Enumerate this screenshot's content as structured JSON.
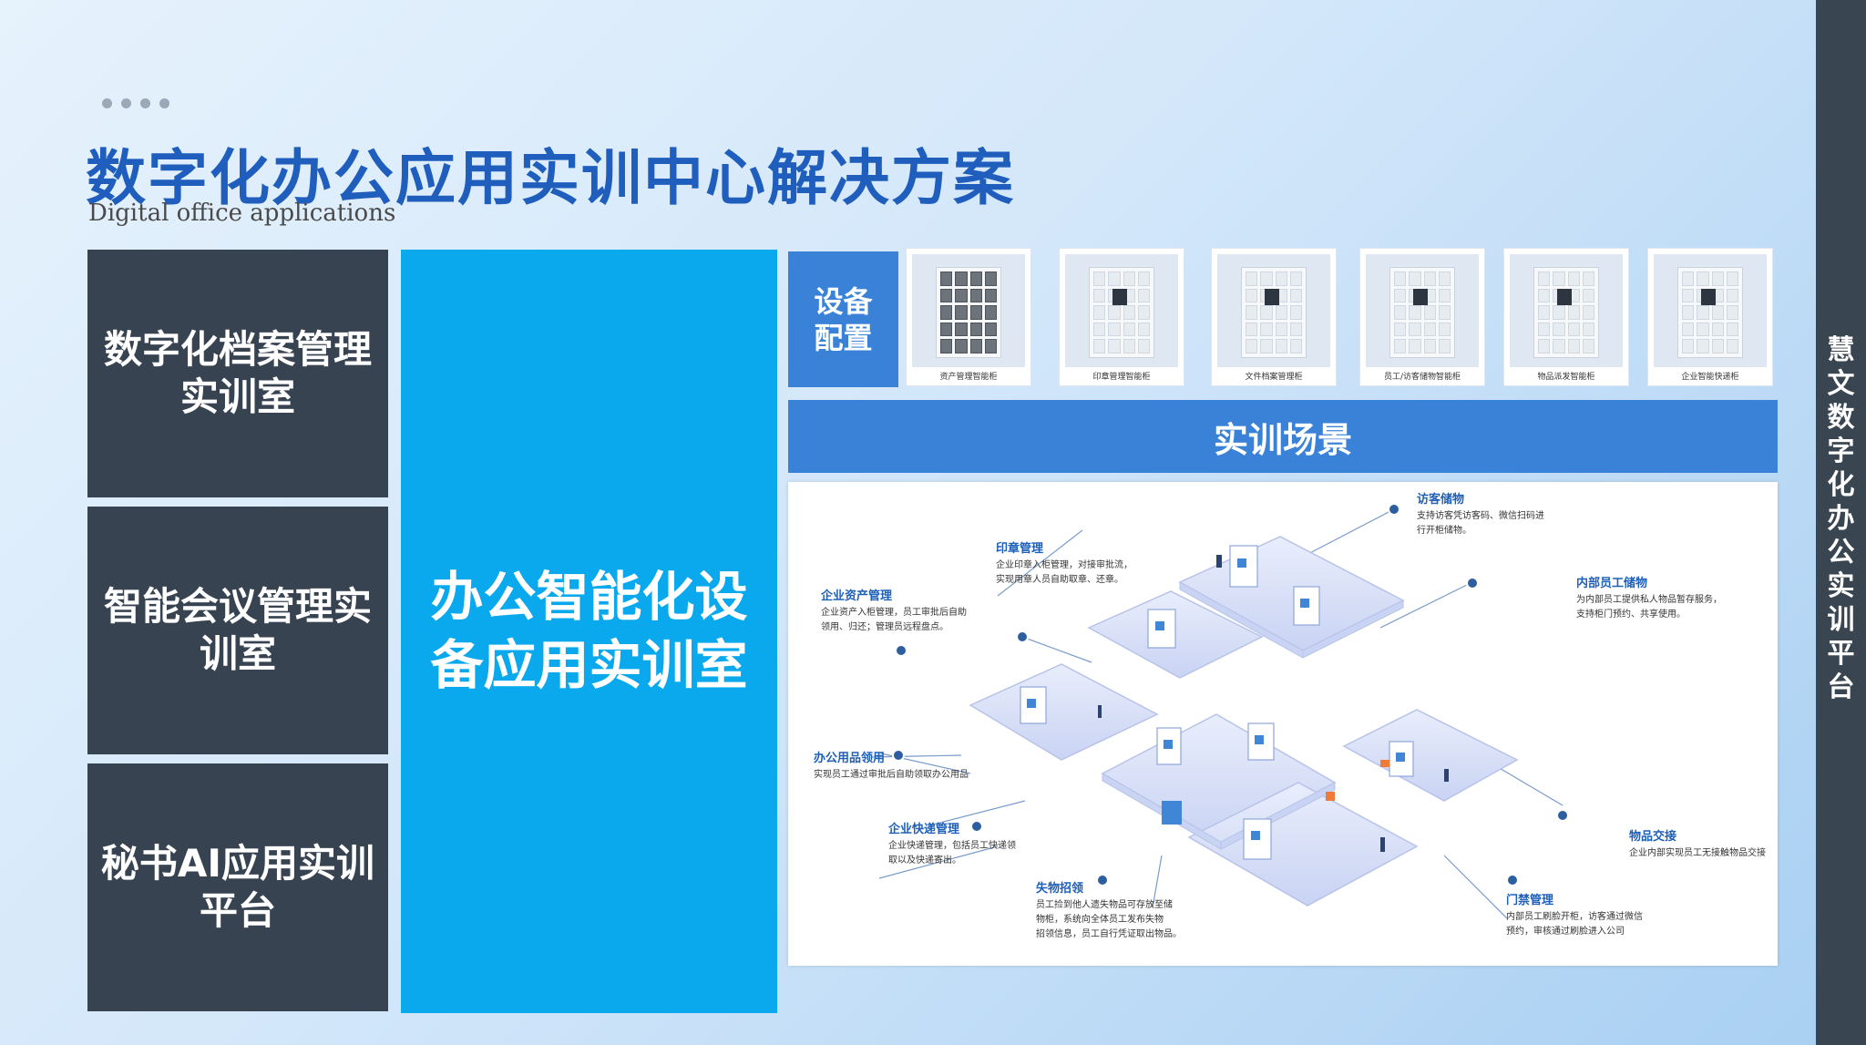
{
  "header": {
    "title": "数字化办公应用实训中心解决方案",
    "subtitle": "Digital office applications"
  },
  "left_panels": [
    {
      "label": "数字化档案管理\n实训室"
    },
    {
      "label": "智能会议管理实\n训室"
    },
    {
      "label": "秘书AI应用实训\n平台"
    }
  ],
  "center_panel": {
    "label": "办公智能化设\n备应用实训室"
  },
  "equipment": {
    "label": "设备\n配置",
    "items": [
      {
        "caption": "资产管理智能柜"
      },
      {
        "caption": "印章管理智能柜"
      },
      {
        "caption": "文件档案管理柜"
      },
      {
        "caption": "员工/访客储物智能柜"
      },
      {
        "caption": "物品派发智能柜"
      },
      {
        "caption": "企业智能快递柜"
      }
    ]
  },
  "scene": {
    "title": "实训场景",
    "annotations": [
      {
        "title": "访客储物",
        "desc": "支持访客凭访客码、微信扫码进\n行开柜储物。"
      },
      {
        "title": "印章管理",
        "desc": "企业印章入柜管理，对接审批流，\n实现用章人员自助取章、还章。"
      },
      {
        "title": "企业资产管理",
        "desc": "企业资产入柜管理，员工审批后自助\n领用、归还；管理员远程盘点。"
      },
      {
        "title": "内部员工储物",
        "desc": "为内部员工提供私人物品暂存服务，\n支持柜门预约、共享使用。"
      },
      {
        "title": "办公用品领用",
        "desc": "实现员工通过审批后自助领取办公用品"
      },
      {
        "title": "企业快递管理",
        "desc": "企业快递管理，包括员工快递领\n取以及快递寄出。"
      },
      {
        "title": "物品交接",
        "desc": "企业内部实现员工无接触物品交接"
      },
      {
        "title": "失物招领",
        "desc": "员工捡到他人遗失物品可存放至储\n物柜，系统向全体员工发布失物\n招领信息，员工自行凭证取出物品。"
      },
      {
        "title": "门禁管理",
        "desc": "内部员工刷脸开柜，访客通过微信\n预约，审核通过刷脸进入公司"
      }
    ]
  },
  "sidebar": {
    "text": "慧\n文\n数\n字\n化\n办\n公\n实\n训\n平\n台"
  },
  "colors": {
    "title_blue": "#1f5ebc",
    "dark_panel": "#374351",
    "cyan_panel": "#0aa9ee",
    "accent_blue": "#3a82d8",
    "sidebar": "#3a4552"
  }
}
